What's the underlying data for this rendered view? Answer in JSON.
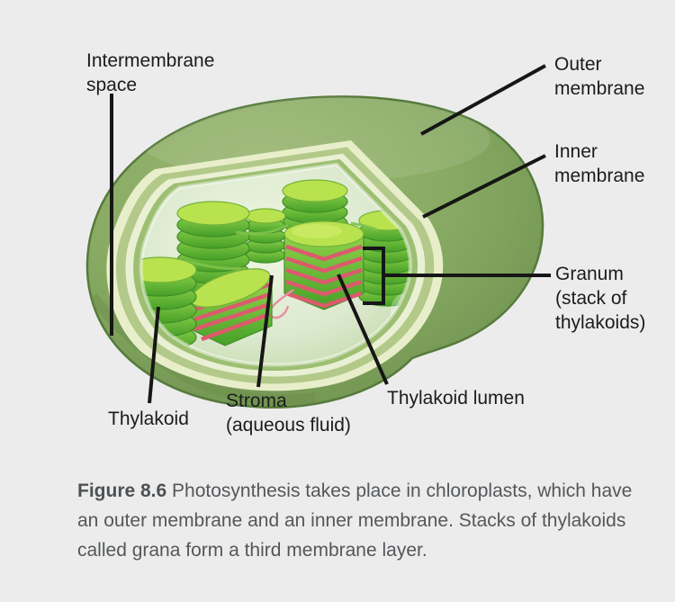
{
  "figure": {
    "labels": {
      "intermembrane_space": "Intermembrane space",
      "outer_membrane": "Outer membrane",
      "inner_membrane": "Inner membrane",
      "granum": "Granum (stack of thylakoids)",
      "thylakoid": "Thylakoid",
      "stroma": "Stroma (aqueous fluid)",
      "thylakoid_lumen": "Thylakoid lumen"
    },
    "caption": {
      "label": "Figure 8.6",
      "text": "Photosynthesis takes place in chloroplasts, which have an outer membrane and an inner membrane. Stacks of thylakoids called grana form a third membrane layer."
    },
    "colors": {
      "background": "#ececec",
      "label_text": "#1c1c1c",
      "caption_text": "#54575a",
      "leader_line": "#161616",
      "outer_membrane_green": "#86a961",
      "membrane_band_cream": "#e8eeca",
      "membrane_band_sage": "#b2c989",
      "stroma_pale": "#e9f1da",
      "granum_green": "#5fb438",
      "granum_top_green": "#b9e24f",
      "thylakoid_lumen_red": "#dc5a6d"
    }
  }
}
